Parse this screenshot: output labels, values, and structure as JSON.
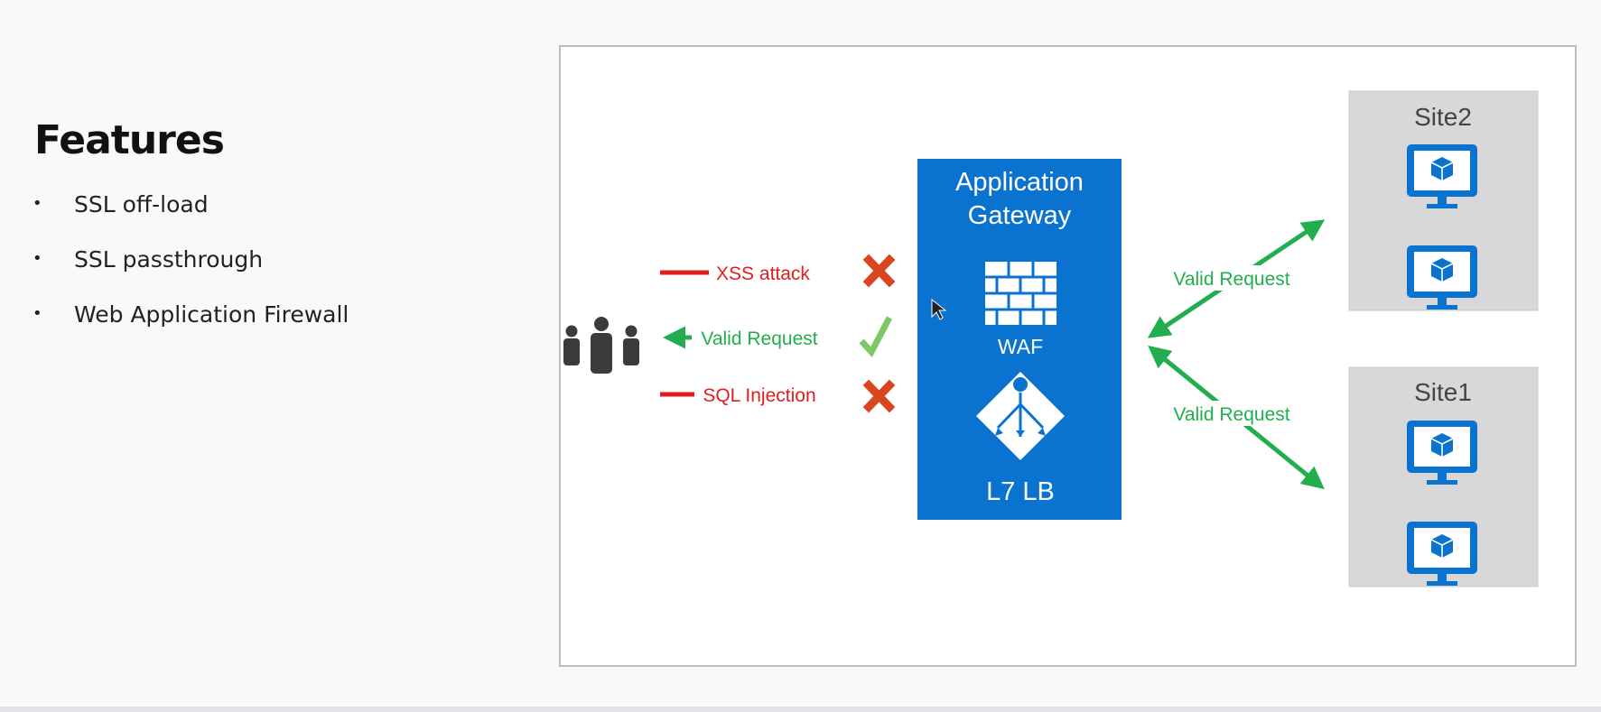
{
  "slide": {
    "title": "Features",
    "bullets": [
      "SSL off-load",
      "SSL passthrough",
      "Web Application Firewall"
    ]
  },
  "diagram": {
    "gateway": {
      "title_line1": "Application",
      "title_line2": "Gateway",
      "waf_label": "WAF",
      "lb_label": "L7 LB"
    },
    "left_flows": {
      "xss": "XSS attack",
      "valid": "Valid Request",
      "sql": "SQL Injection"
    },
    "right_flows": {
      "top": "Valid Request",
      "bottom": "Valid Request"
    },
    "sites": {
      "top": "Site2",
      "bottom": "Site1"
    }
  },
  "colors": {
    "azure_blue": "#0a72cf",
    "attack_red": "#e01e1e",
    "valid_green": "#22ae4f",
    "block_x": "#d9451f",
    "site_gray": "#d8d8da"
  },
  "icons": [
    "users-icon",
    "red-x-icon",
    "checkmark-icon",
    "brick-wall-icon",
    "load-balancer-icon",
    "monitor-cube-icon",
    "mouse-cursor-icon"
  ]
}
